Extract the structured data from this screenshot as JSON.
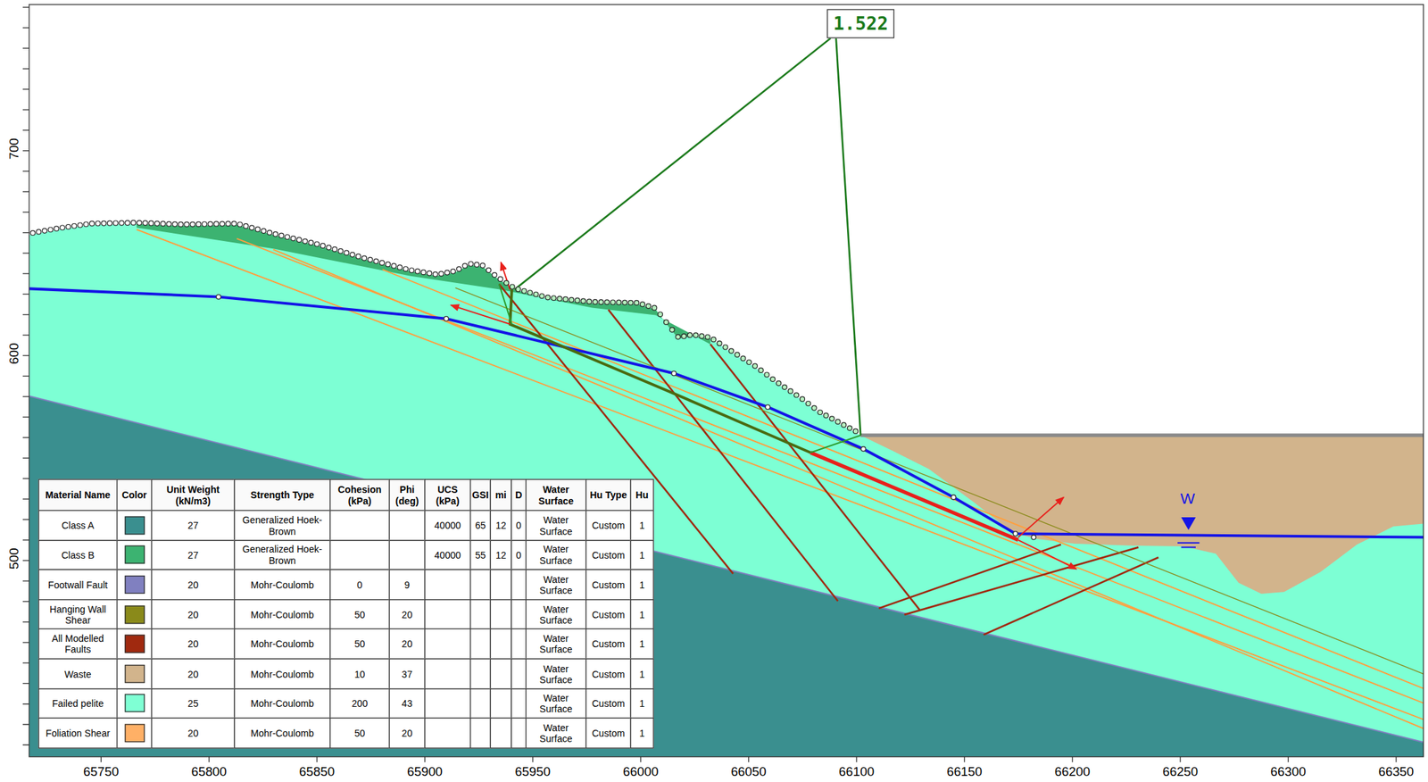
{
  "diagram": {
    "nodes": [
      {
        "text": [
          "1.522"
        ]
      }
    ],
    "labels": [
      "W",
      "700",
      "600",
      "500",
      "65750",
      "65800",
      "65850",
      "65900",
      "65950",
      "66000",
      "66050",
      "66100",
      "66150",
      "66200",
      "66250",
      "66300",
      "66350",
      "Material Name",
      "Color",
      "Unit Weight (kN/m3)",
      "Strength Type",
      "Cohesion (kPa)",
      "Phi (deg)",
      "UCS (kPa)",
      "GSI",
      "mi",
      "D",
      "Water Surface",
      "Hu Type",
      "Hu",
      "27",
      "Generalized Hoek-Brown",
      "40000",
      "65",
      "12",
      "0",
      "Water Surface",
      "Custom",
      "1",
      "27",
      "Generalized Hoek-Brown",
      "40000",
      "55",
      "12",
      "0",
      "Water Surface",
      "Custom",
      "1",
      "20",
      "Mohr-Coulomb",
      "0",
      "9",
      "Water Surface",
      "Custom",
      "1",
      "20",
      "Mohr-Coulomb",
      "50",
      "20",
      "Water Surface",
      "Custom",
      "1",
      "20",
      "Mohr-Coulomb",
      "50",
      "20",
      "Water Surface",
      "Custom",
      "1",
      "20",
      "Mohr-Coulomb",
      "10",
      "37",
      "Water Surface",
      "Custom",
      "1",
      "25",
      "Mohr-Coulomb",
      "200",
      "43",
      "Water Surface",
      "Custom",
      "1",
      "20",
      "Mohr-Coulomb",
      "50",
      "20",
      "Water Surface",
      "Custom",
      "1"
    ],
    "legend": [
      {
        "text": "Class A",
        "color": "#3a8f8f"
      },
      {
        "text": "Class B",
        "color": "#3cb371"
      },
      {
        "text": "Footwall Fault",
        "color": "#8080c0"
      },
      {
        "text": "Hanging Wall Shear",
        "color": "#8a8a1a"
      },
      {
        "text": "All Modelled Faults",
        "color": "#a0290f"
      },
      {
        "text": "Waste",
        "color": "#d2b48c"
      },
      {
        "text": "Failed pelite",
        "color": "#7fffd4"
      },
      {
        "text": "Foliation Shear",
        "color": "#ffb066"
      }
    ]
  }
}
